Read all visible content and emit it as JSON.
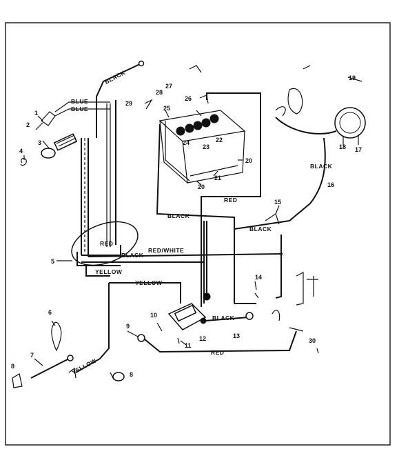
{
  "wire_labels": {
    "black_top": "BLACK",
    "blue_1": "BLUE",
    "blue_2": "BLUE",
    "red_battery": "RED",
    "black_battery": "BLACK",
    "black_harness": "BLACK",
    "red_harness": "RED",
    "black_harness_2": "BLACK",
    "red_white": "RED/WHITE",
    "yellow_1": "YELLOW",
    "yellow_2": "YELLOW",
    "yellow_3": "YELLOW",
    "black_solenoid": "BLACK",
    "red_bottom": "RED",
    "black_right": "BLACK"
  },
  "part_numbers": {
    "p1": "1",
    "p2": "2",
    "p3": "3",
    "p4": "4",
    "p5": "5",
    "p6": "6",
    "p7": "7",
    "p8a": "8",
    "p8b": "8",
    "p9": "9",
    "p10": "10",
    "p11": "11",
    "p12": "12",
    "p13": "13",
    "p14": "14",
    "p15": "15",
    "p16": "16",
    "p17": "17",
    "p18": "18",
    "p19": "19",
    "p20": "20",
    "p21": "21",
    "p22": "22",
    "p23": "23",
    "p24": "24",
    "p25": "25",
    "p26": "26",
    "p27": "27",
    "p28": "28",
    "p29": "29",
    "p30": "30"
  }
}
